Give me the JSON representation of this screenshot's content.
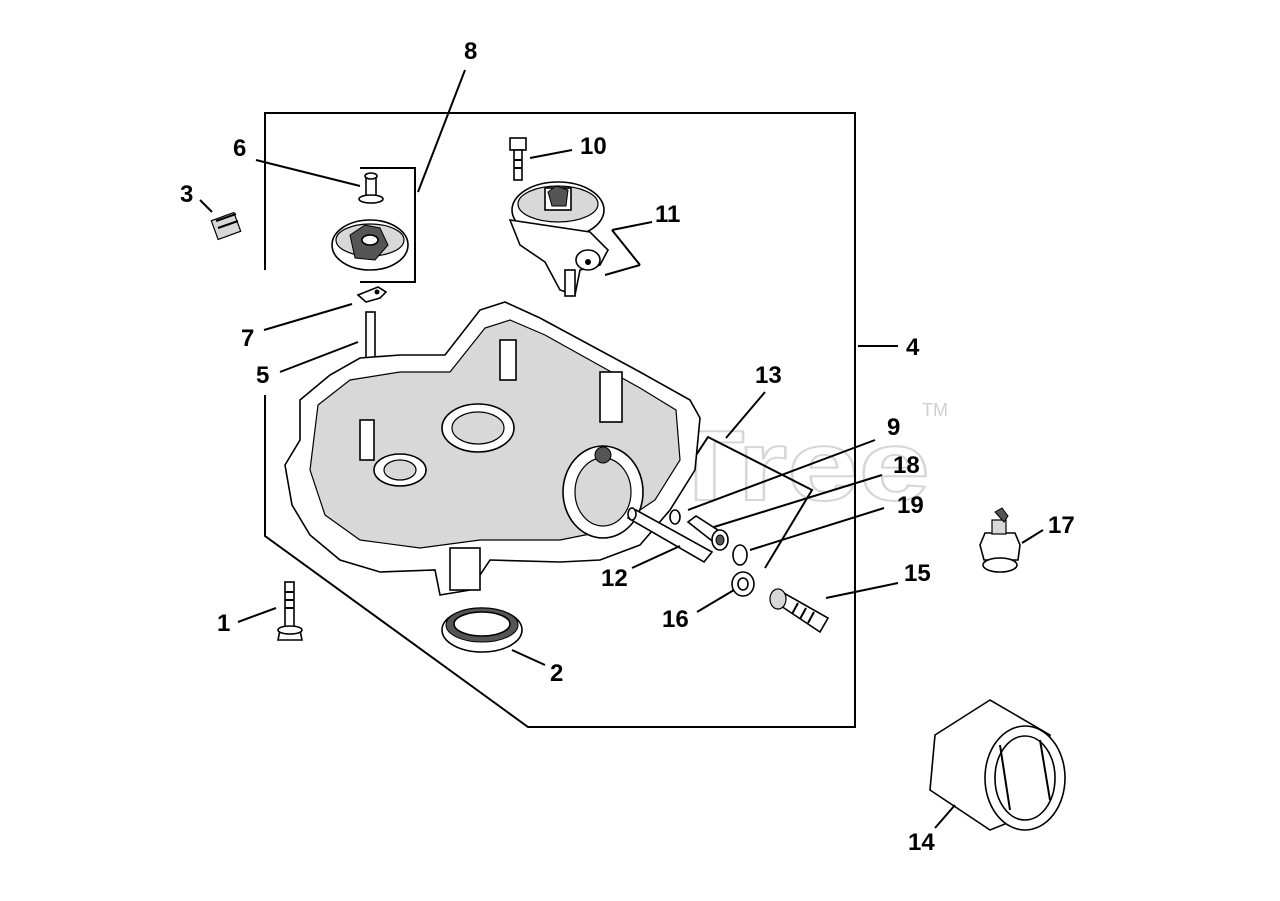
{
  "watermark": {
    "text": "PartsTree",
    "trademark": "TM"
  },
  "callouts": [
    {
      "id": "1",
      "label": "1"
    },
    {
      "id": "2",
      "label": "2"
    },
    {
      "id": "3",
      "label": "3"
    },
    {
      "id": "4",
      "label": "4"
    },
    {
      "id": "5",
      "label": "5"
    },
    {
      "id": "6",
      "label": "6"
    },
    {
      "id": "7",
      "label": "7"
    },
    {
      "id": "8",
      "label": "8"
    },
    {
      "id": "9",
      "label": "9"
    },
    {
      "id": "10",
      "label": "10"
    },
    {
      "id": "11",
      "label": "11"
    },
    {
      "id": "12",
      "label": "12"
    },
    {
      "id": "13",
      "label": "13"
    },
    {
      "id": "14",
      "label": "14"
    },
    {
      "id": "15",
      "label": "15"
    },
    {
      "id": "16",
      "label": "16"
    },
    {
      "id": "17",
      "label": "17"
    },
    {
      "id": "18",
      "label": "18"
    },
    {
      "id": "19",
      "label": "19"
    }
  ]
}
